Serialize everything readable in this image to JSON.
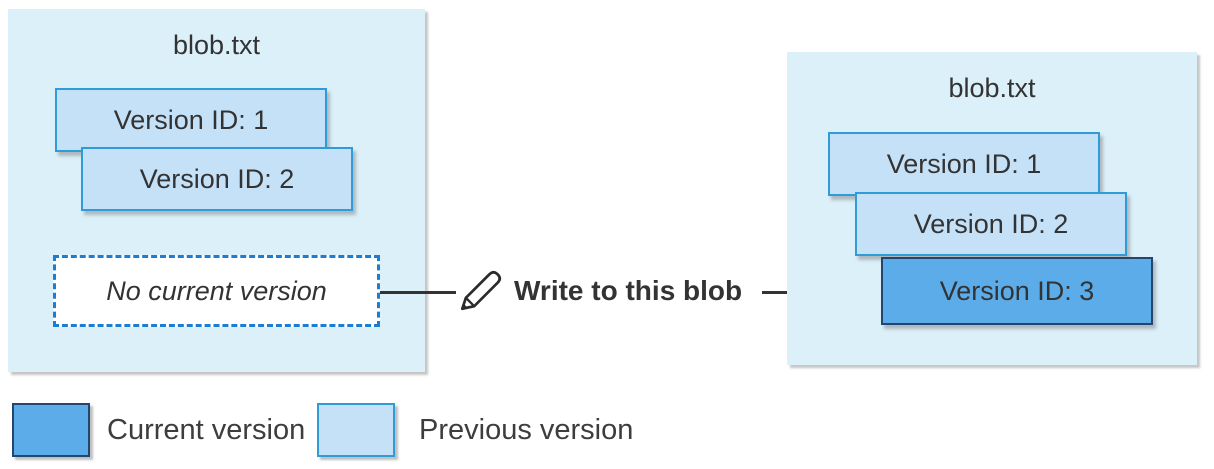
{
  "colors": {
    "container_fill": "#DCF0FA",
    "previous_fill": "#C5E1F7",
    "previous_border": "#2F9CD8",
    "current_fill": "#5BACE9",
    "current_border": "#24456E",
    "dashed_border": "#1D7DD2",
    "text": "#333333",
    "arrow": "#333333"
  },
  "left_blob": {
    "title": "blob.txt",
    "versions": [
      {
        "label": "Version ID: 1",
        "state": "previous"
      },
      {
        "label": "Version ID: 2",
        "state": "previous"
      }
    ],
    "placeholder": "No current version"
  },
  "action": {
    "icon": "pencil-icon",
    "label": "Write to this blob"
  },
  "right_blob": {
    "title": "blob.txt",
    "versions": [
      {
        "label": "Version ID: 1",
        "state": "previous"
      },
      {
        "label": "Version ID: 2",
        "state": "previous"
      },
      {
        "label": "Version ID: 3",
        "state": "current"
      }
    ]
  },
  "legend": [
    {
      "label": "Current version",
      "state": "current"
    },
    {
      "label": "Previous version",
      "state": "previous"
    }
  ]
}
